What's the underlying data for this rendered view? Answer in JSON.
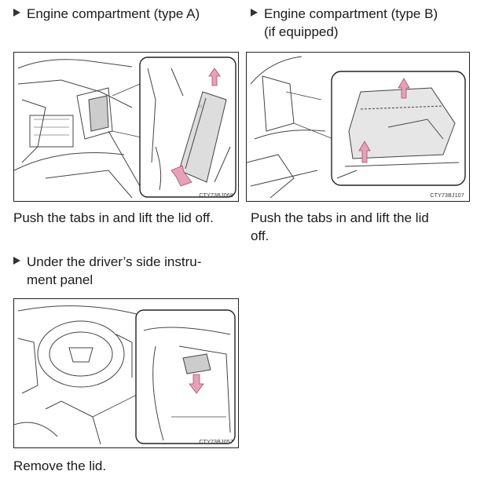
{
  "sections": [
    {
      "heading_lines": [
        "Engine compartment (type A)"
      ],
      "figure_code": "CTY73BJ068",
      "caption": "Push the tabs in and lift the lid off."
    },
    {
      "heading_lines": [
        "Engine compartment (type B)",
        "(if equipped)"
      ],
      "figure_code": "CTY73BJ107",
      "caption_lines": [
        "Push the tabs in and lift the lid",
        "off."
      ]
    },
    {
      "heading_lines": [
        "Under the driver’s side instru-",
        "ment panel"
      ],
      "figure_code": "CTY73BJ057",
      "caption": "Remove the lid."
    }
  ],
  "icons": {
    "arrow_color": "#e8a0b8",
    "bullet": "triangle-bullet-icon"
  }
}
